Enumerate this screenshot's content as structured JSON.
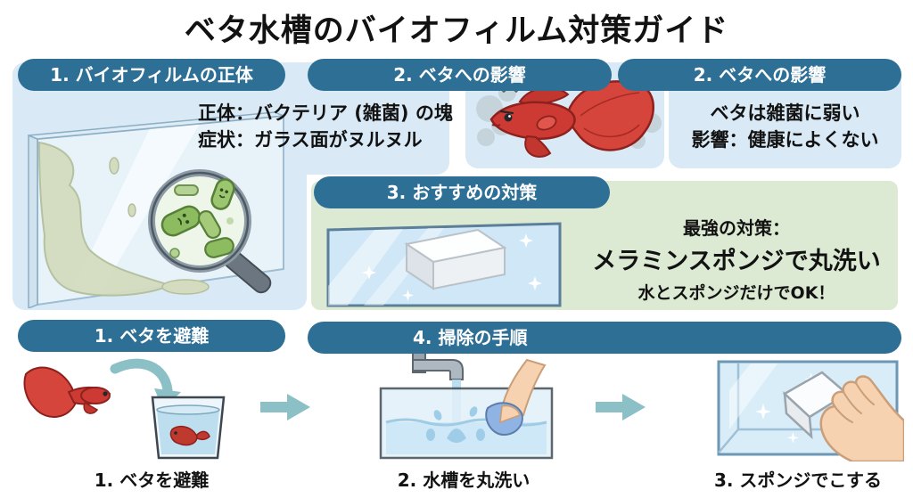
{
  "title": "ベタ水槽のバイオフィルム対策ガイド",
  "colors": {
    "header_bg": "#2e6f96",
    "panel_blue": "#d9eaf6",
    "panel_green": "#dcead3",
    "arrow_teal": "#83bcc1",
    "betta_red": "#cc3a33",
    "text": "#121212"
  },
  "sections": {
    "identity": {
      "header": "1. バイオフィルムの正体",
      "line1": "正体：バクテリア (雑菌) の塊",
      "line2": "症状：ガラス面がヌルヌル"
    },
    "impact_left": {
      "header": "2. ベタへの影響"
    },
    "impact_right": {
      "header": "2. ベタへの影響",
      "line1": "ベタは雑菌に弱い",
      "line2": "影響：健康によくない"
    },
    "recommended": {
      "header": "3. おすすめの対策",
      "intro": "最強の対策：",
      "main": "メラミンスポンジで丸洗い",
      "note": "水とスポンジだけでOK！"
    },
    "evacuate": {
      "header": "1. ベタを避難"
    },
    "procedure": {
      "header": "4. 掃除の手順",
      "steps": [
        {
          "caption": "1. ベタを避難"
        },
        {
          "caption": "2. 水槽を丸洗い"
        },
        {
          "caption": "3. スポンジでこする"
        }
      ]
    }
  }
}
